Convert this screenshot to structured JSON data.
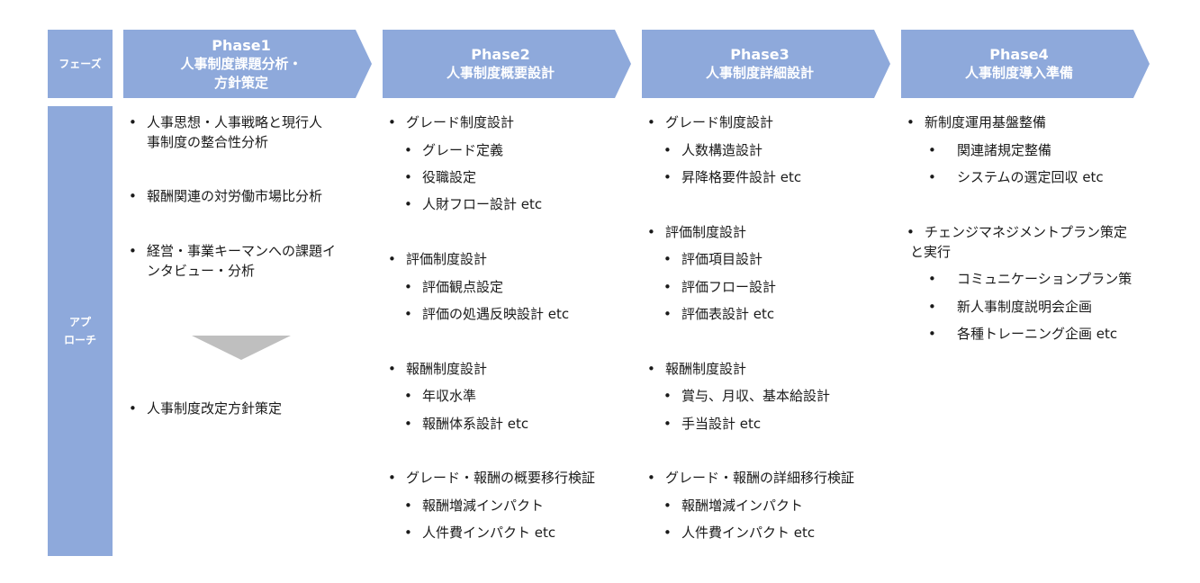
{
  "labels": {
    "phase": "フェーズ",
    "approach_line1": "アプ",
    "approach_line2": "ローチ"
  },
  "bullet": "•",
  "phases": [
    {
      "name": "Phase1",
      "title_line1": "人事制度課題分析・",
      "title_line2": "方針策定"
    },
    {
      "name": "Phase2",
      "title_line1": "人事制度概要設計",
      "title_line2": ""
    },
    {
      "name": "Phase3",
      "title_line1": "人事制度詳細設計",
      "title_line2": ""
    },
    {
      "name": "Phase4",
      "title_line1": "人事制度導入準備",
      "title_line2": ""
    }
  ],
  "col1": [
    "人事思想・人事戦略と現行人",
    "事制度の整合性分析",
    "報酬関連の対労働市場比分析",
    "経営・事業キーマンへの課題イ",
    "ンタビュー・分析",
    "人事制度改定方針策定"
  ],
  "col2": [
    "グレード制度設計",
    "グレード定義",
    "役職設定",
    "人財フロー設計 etc",
    "評価制度設計",
    "評価観点設定",
    "評価の処遇反映設計 etc",
    "報酬制度設計",
    "年収水準",
    "報酬体系設計 etc",
    "グレード・報酬の概要移行検証",
    "報酬増減インパクト",
    "人件費インパクト etc"
  ],
  "col3": [
    "グレード制度設計",
    "人数構造設計",
    "昇降格要件設計 etc",
    "評価制度設計",
    "評価項目設計",
    "評価フロー設計",
    "評価表設計 etc",
    "報酬制度設計",
    "賞与、月収、基本給設計",
    "手当設計 etc",
    "グレード・報酬の詳細移行検証",
    "報酬増減インパクト",
    "人件費インパクト etc"
  ],
  "col4": [
    "新制度運用基盤整備",
    "関連諸規定整備",
    "システムの選定回収 etc",
    "チェンジマネジメントプラン策定",
    "と実行",
    "コミュニケーションプラン策",
    "新人事制度説明会企画",
    "各種トレーニング企画 etc"
  ]
}
